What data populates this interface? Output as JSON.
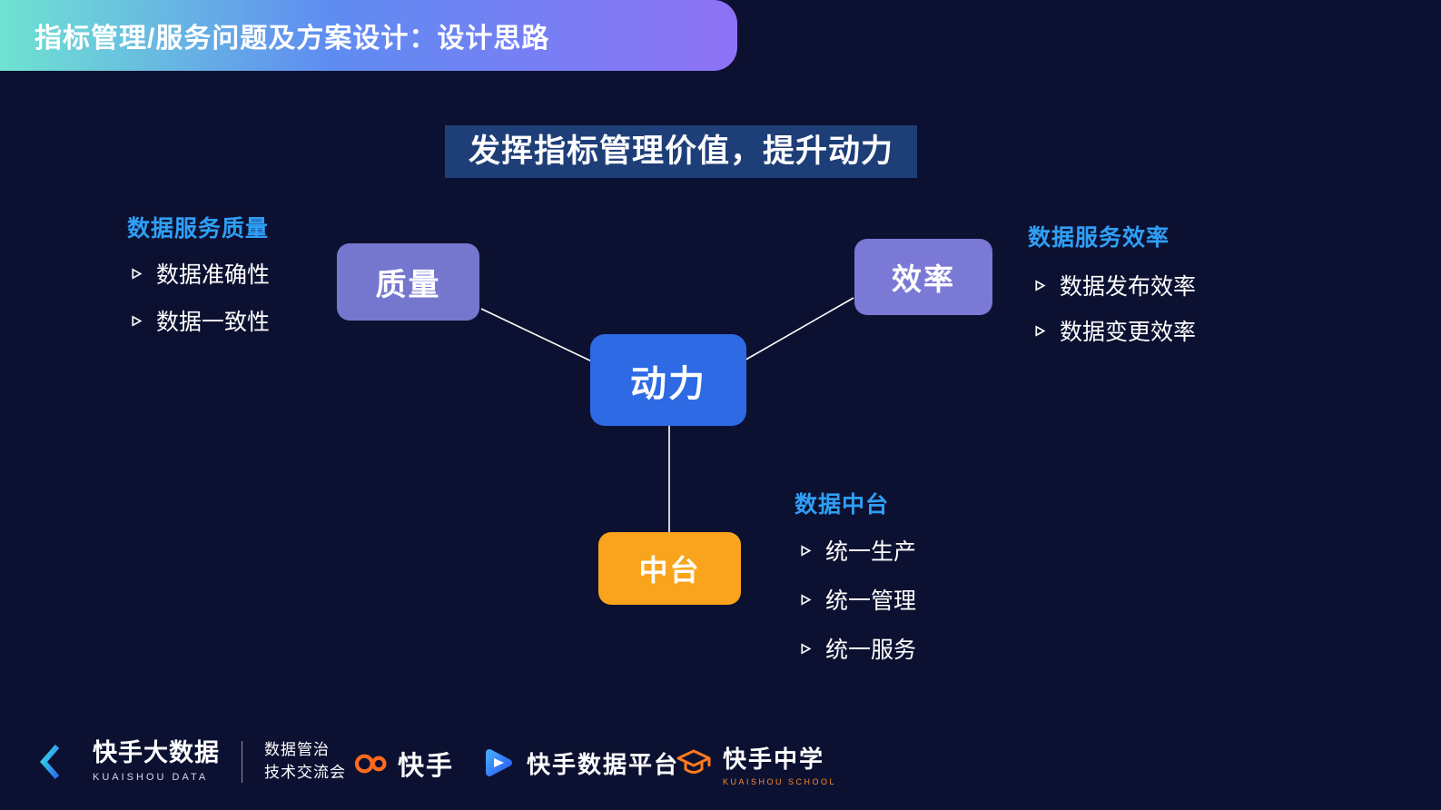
{
  "header": {
    "title": "指标管理/服务问题及方案设计：设计思路"
  },
  "main": {
    "title": "发挥指标管理价值，提升动力",
    "nodes": {
      "power": "动力",
      "quality": "质量",
      "efficiency": "效率",
      "platform": "中台"
    },
    "groups": {
      "quality": {
        "heading": "数据服务质量",
        "items": [
          "数据准确性",
          "数据一致性"
        ]
      },
      "efficiency": {
        "heading": "数据服务效率",
        "items": [
          "数据发布效率",
          "数据变更效率"
        ]
      },
      "platform": {
        "heading": "数据中台",
        "items": [
          "统一生产",
          "统一管理",
          "统一服务"
        ]
      }
    }
  },
  "footer": {
    "kuaishou_data": {
      "name": "快手大数据",
      "sub": "KUAISHOU DATA",
      "tagline": [
        "数据管治",
        "技术交流会"
      ]
    },
    "kuaishou": {
      "name": "快手"
    },
    "data_platform": {
      "name": "快手数据平台"
    },
    "school": {
      "name": "快手中学",
      "sub": "KUAISHOU SCHOOL"
    }
  },
  "colors": {
    "background": "#0d1131",
    "header_gradient_start": "#6fe3d2",
    "header_gradient_end": "#8e72f5",
    "title_box": "#1e3e78",
    "node_purple": "#7577cf",
    "node_blue": "#2d6ae3",
    "node_orange": "#f9a41c",
    "heading_blue": "#2f9ff6",
    "kuaishou_orange": "#ff6a1e"
  }
}
